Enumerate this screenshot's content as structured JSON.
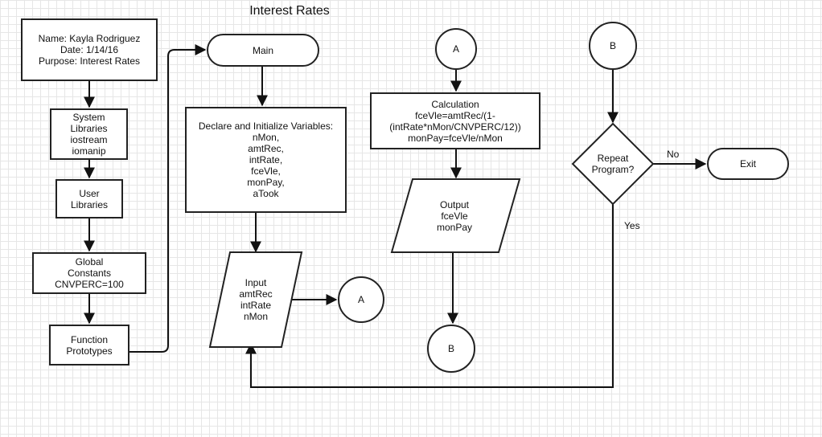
{
  "title": "Interest Rates",
  "nodes": {
    "header": {
      "lines": [
        "Name: Kayla Rodriguez",
        "Date: 1/14/16",
        "Purpose: Interest Rates"
      ]
    },
    "sys_libs": {
      "lines": [
        "System",
        "Libraries",
        "iostream",
        "iomanip"
      ]
    },
    "user_libs": {
      "lines": [
        "User",
        "Libraries"
      ]
    },
    "globals": {
      "lines": [
        "Global",
        "Constants",
        "CNVPERC=100"
      ]
    },
    "protos": {
      "lines": [
        "Function",
        "Prototypes"
      ]
    },
    "main": {
      "lines": [
        "Main"
      ]
    },
    "declare": {
      "lines": [
        "Declare and Initialize Variables:",
        "nMon,",
        "amtRec,",
        "intRate,",
        "fceVle,",
        "monPay,",
        "aTook"
      ]
    },
    "input": {
      "lines": [
        "Input",
        "amtRec",
        "intRate",
        "nMon"
      ]
    },
    "conn_a1": {
      "lines": [
        "A"
      ]
    },
    "conn_a2": {
      "lines": [
        "A"
      ]
    },
    "calc": {
      "lines": [
        "Calculation",
        "fceVle=amtRec/(1-",
        "(intRate*nMon/CNVPERC/12))",
        "monPay=fceVle/nMon"
      ]
    },
    "output": {
      "lines": [
        "Output",
        "fceVle",
        "monPay"
      ]
    },
    "conn_b1": {
      "lines": [
        "B"
      ]
    },
    "conn_b2": {
      "lines": [
        "B"
      ]
    },
    "decision": {
      "lines": [
        "Repeat",
        "Program?"
      ]
    },
    "exit": {
      "lines": [
        "Exit"
      ]
    }
  },
  "edge_labels": {
    "no": "No",
    "yes": "Yes"
  },
  "colors": {
    "stroke": "#222222",
    "fill": "#ffffff",
    "grid": "#e6e6e6"
  }
}
